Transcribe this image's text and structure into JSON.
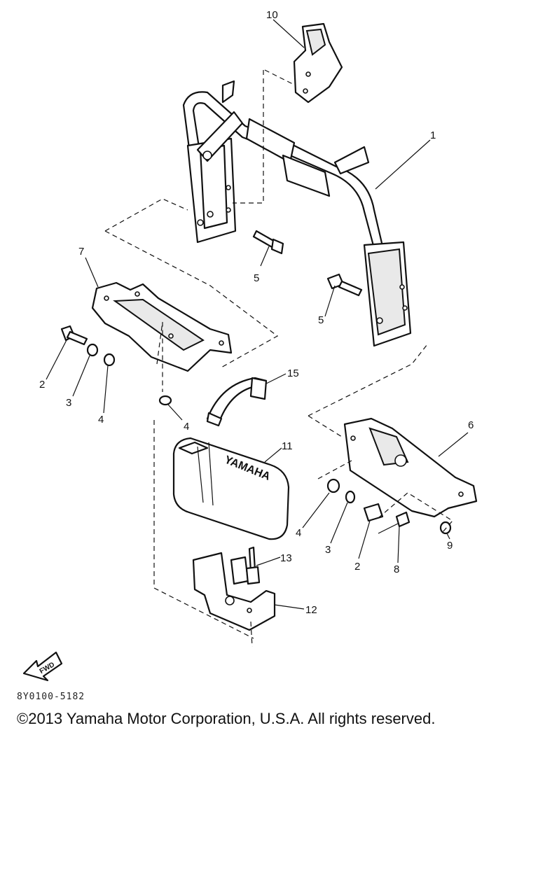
{
  "callouts": [
    "1",
    "2",
    "3",
    "4",
    "5",
    "6",
    "7",
    "8",
    "9",
    "10",
    "11",
    "12",
    "13",
    "15"
  ],
  "battery_logo": "YAMAHA",
  "fwd_label": "FWD",
  "diagram_code": "8Y0100-5182",
  "copyright": "©2013 Yamaha Motor Corporation, U.S.A. All rights reserved."
}
